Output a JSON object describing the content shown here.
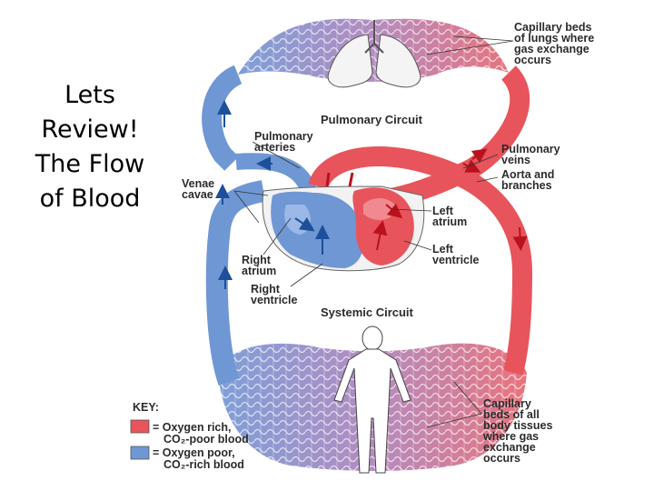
{
  "slide": {
    "title_lines": [
      "Lets",
      "Review!",
      "The Flow",
      "of Blood"
    ]
  },
  "diagram": {
    "labels": {
      "capillary_lungs": [
        "Capillary beds",
        "of lungs where",
        "gas exchange",
        "occurs"
      ],
      "pulmonary_circuit": "Pulmonary Circuit",
      "pulmonary_arteries": [
        "Pulmonary",
        "arteries"
      ],
      "pulmonary_veins": [
        "Pulmonary",
        "veins"
      ],
      "aorta": [
        "Aorta and",
        "branches"
      ],
      "venae_cavae": [
        "Venae",
        "cavae"
      ],
      "left_atrium": [
        "Left",
        "atrium"
      ],
      "left_ventricle": [
        "Left",
        "ventricle"
      ],
      "right_atrium": [
        "Right",
        "atrium"
      ],
      "right_ventricle": [
        "Right",
        "ventricle"
      ],
      "systemic_circuit": "Systemic Circuit",
      "capillary_body": [
        "Capillary",
        "beds of all",
        "body tissues",
        "where gas",
        "exchange",
        "occurs"
      ]
    },
    "key": {
      "title": "KEY:",
      "oxygen_rich": [
        "= Oxygen rich,",
        "CO₂-poor blood"
      ],
      "oxygen_poor": [
        "= Oxygen poor,",
        "CO₂-rich blood"
      ]
    },
    "colors": {
      "oxygen_rich": "#e8545c",
      "oxygen_poor": "#6f97d4",
      "capillary_mix": "#b98ab4"
    }
  }
}
